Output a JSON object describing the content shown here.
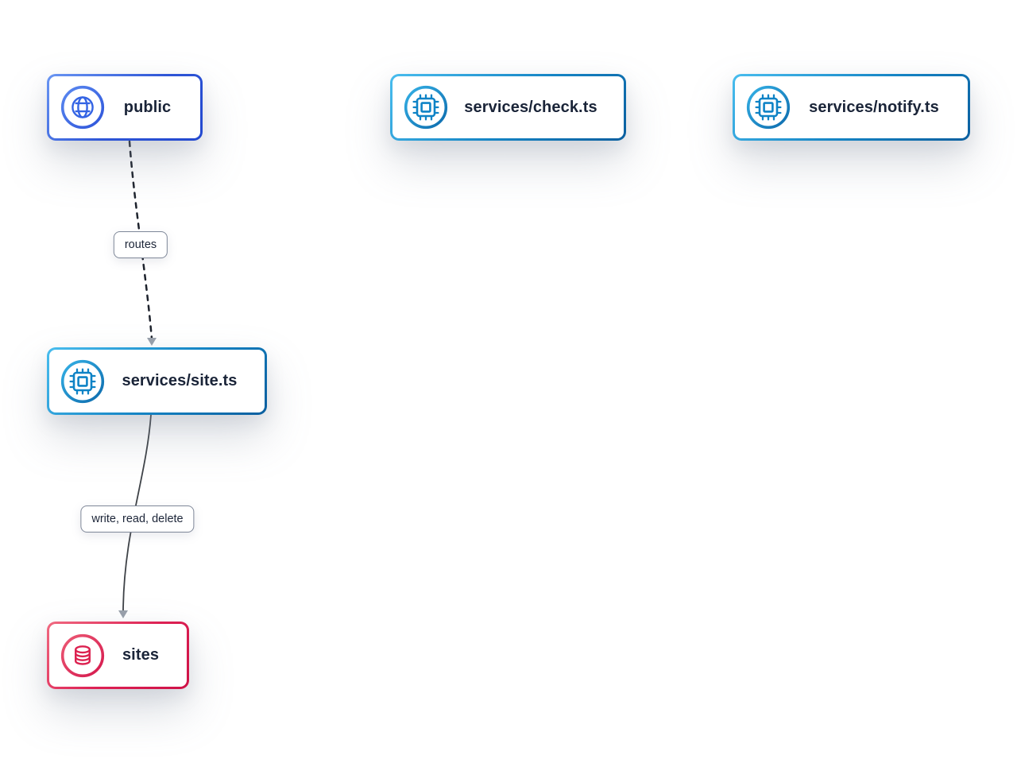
{
  "diagram": {
    "type": "service-architecture-flow",
    "background": "#ffffff",
    "nodes": [
      {
        "id": "public",
        "label": "public",
        "icon": "globe-icon",
        "kind": "gateway",
        "accent_from": "#6a96f3",
        "accent_to": "#2248cf"
      },
      {
        "id": "check",
        "label": "services/check.ts",
        "icon": "chip-icon",
        "kind": "service",
        "accent_from": "#49bdee",
        "accent_to": "#0b5f9f"
      },
      {
        "id": "notify",
        "label": "services/notify.ts",
        "icon": "chip-icon",
        "kind": "service",
        "accent_from": "#49bdee",
        "accent_to": "#0b5f9f"
      },
      {
        "id": "site",
        "label": "services/site.ts",
        "icon": "chip-icon",
        "kind": "service",
        "accent_from": "#49bdee",
        "accent_to": "#0b5f9f"
      },
      {
        "id": "sites",
        "label": "sites",
        "icon": "database-icon",
        "kind": "database",
        "accent_from": "#f06a81",
        "accent_to": "#ce1247"
      }
    ],
    "edges": [
      {
        "from": "public",
        "to": "site",
        "label": "routes",
        "style": "dashed",
        "line_color": "#1d222c",
        "arrow_color": "#99a1ab"
      },
      {
        "from": "site",
        "to": "sites",
        "label": "write, read, delete",
        "style": "solid",
        "line_color": "#3e4247",
        "arrow_color": "#99a1ab"
      }
    ],
    "text_color": "#1a2438",
    "label_border_color": "#7e8798"
  }
}
